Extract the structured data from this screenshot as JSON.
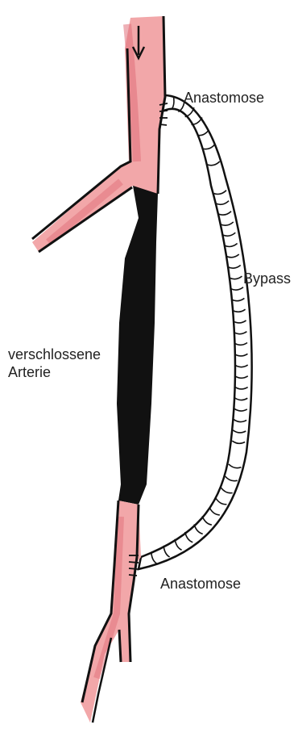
{
  "labels": {
    "anastomosis_top": "Anastomose",
    "bypass": "Bypass",
    "occluded_artery_line1": "verschlossene",
    "occluded_artery_line2": "Arterie",
    "anastomosis_bottom": "Anastomose"
  },
  "colors": {
    "artery_fill": "#f2a7a9",
    "artery_shade": "#e0707a",
    "occlusion": "#111111",
    "outline": "#111111",
    "bypass_fill": "#ffffff"
  },
  "icons": {
    "flow_direction": "arrow-down-icon"
  }
}
